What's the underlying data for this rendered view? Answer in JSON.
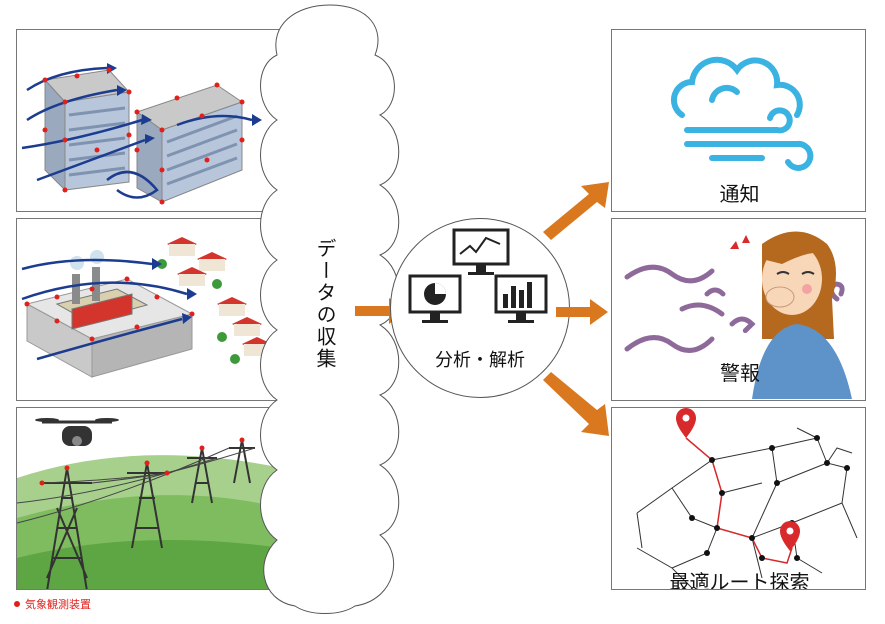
{
  "collection": {
    "label": "データの収集"
  },
  "analysis": {
    "label": "分析・解析"
  },
  "outputs": [
    {
      "label": "通知",
      "icon": "wind-cloud-icon"
    },
    {
      "label": "警報",
      "icon": "odor-woman-icon"
    },
    {
      "label": "最適ルート探索",
      "icon": "route-map-icon"
    }
  ],
  "legend": {
    "marker_label": "気象観測装置",
    "marker_color": "#e0201b"
  },
  "colors": {
    "arrow": "#d9781e",
    "flow": "#1c3c8f",
    "cloud_icon": "#3bb3e2",
    "odor": "#8e6a9b",
    "route": "#d8292b",
    "pin": "#d8292b"
  }
}
